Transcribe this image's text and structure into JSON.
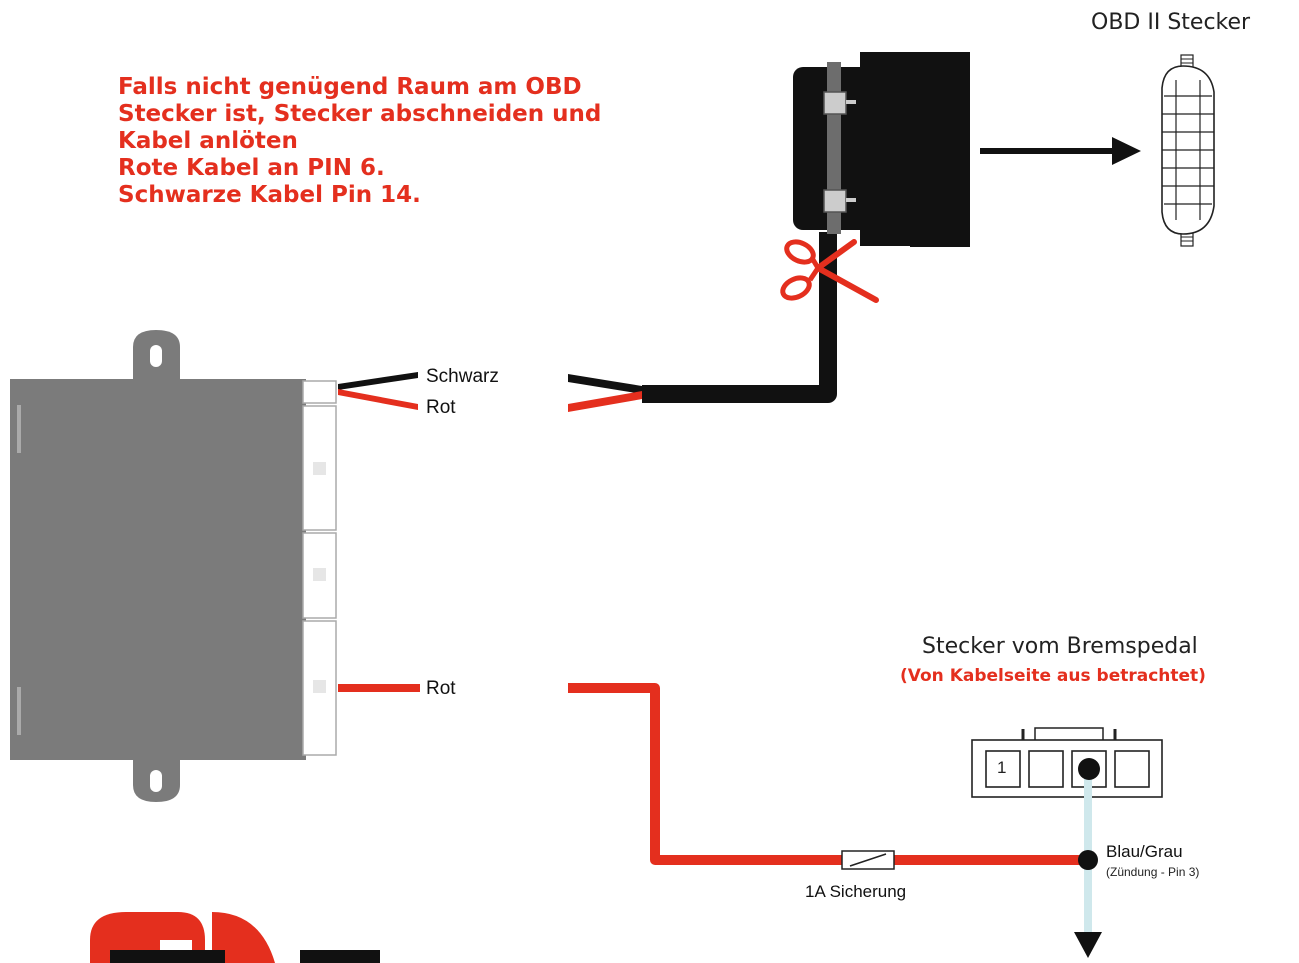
{
  "note": {
    "lines": [
      "Falls nicht genügend Raum am OBD",
      "Stecker ist, Stecker abschneiden und",
      "Kabel anlöten",
      "Rote Kabel an PIN 6.",
      "Schwarze Kabel Pin 14."
    ]
  },
  "labels": {
    "obd_connector": "OBD II Stecker",
    "wire_black": "Schwarz",
    "wire_red_top": "Rot",
    "wire_red_bottom": "Rot",
    "brake_connector_title": "Stecker vom Bremspedal",
    "brake_connector_subtitle": "(Von Kabelseite aus betrachtet)",
    "pin_number": "1",
    "ignition_wire": "Blau/Grau",
    "ignition_wire_note": "(Zündung - Pin 3)",
    "fuse": "1A Sicherung"
  },
  "colors": {
    "red_wire": "#e42f1e",
    "black_wire": "#111111",
    "module_body": "#7b7b7b",
    "light_blue_wire": "#cfe8ec",
    "note_text": "#e42f1e"
  },
  "icons": {
    "cut": "scissors-icon",
    "direction": "arrow-right-icon",
    "down": "arrow-down-icon"
  }
}
